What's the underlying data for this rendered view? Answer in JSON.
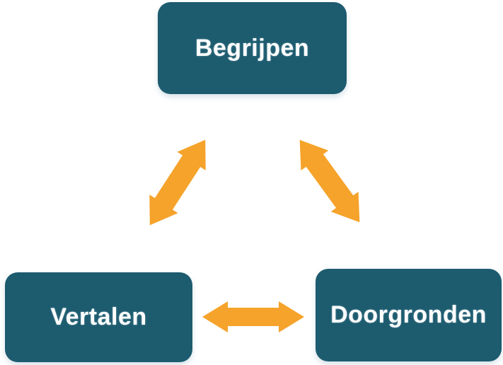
{
  "diagram": {
    "type": "cycle",
    "nodes": [
      {
        "id": "begrijpen",
        "label": "Begrijpen",
        "position": "top-center"
      },
      {
        "id": "vertalen",
        "label": "Vertalen",
        "position": "bottom-left"
      },
      {
        "id": "doorgronden",
        "label": "Doorgronden",
        "position": "bottom-right"
      }
    ],
    "edges": [
      {
        "from": "begrijpen",
        "to": "vertalen",
        "bidirectional": true
      },
      {
        "from": "begrijpen",
        "to": "doorgronden",
        "bidirectional": true
      },
      {
        "from": "vertalen",
        "to": "doorgronden",
        "bidirectional": true
      }
    ],
    "colors": {
      "node_fill": "#1D5B6F",
      "node_text": "#FFFFFF",
      "arrow": "#F5A32B",
      "background": "#FFFFFF"
    }
  }
}
